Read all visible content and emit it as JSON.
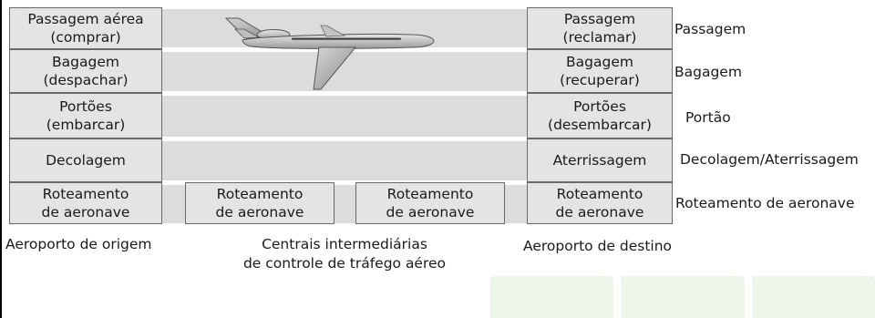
{
  "origin_stack": [
    "Passagem aérea\n(comprar)",
    "Bagagem\n(despachar)",
    "Portões\n(embarcar)",
    "Decolagem",
    "Roteamento\nde aeronave"
  ],
  "intermediate_stack": [
    "Roteamento\nde aeronave",
    "Roteamento\nde aeronave"
  ],
  "destination_stack": [
    "Passagem\n(reclamar)",
    "Bagagem\n(recuperar)",
    "Portões\n(desembarcar)",
    "Aterrissagem",
    "Roteamento\nde aeronave"
  ],
  "layer_labels": [
    "Passagem",
    "Bagagem",
    "Portão",
    "Decolagem/Aterrissagem",
    "Roteamento de aeronave"
  ],
  "captions": {
    "origin": "Aeroporto de origem",
    "intermediate": "Centrais intermediárias\nde controle de tráfego aéreo",
    "destination": "Aeroporto de destino"
  }
}
